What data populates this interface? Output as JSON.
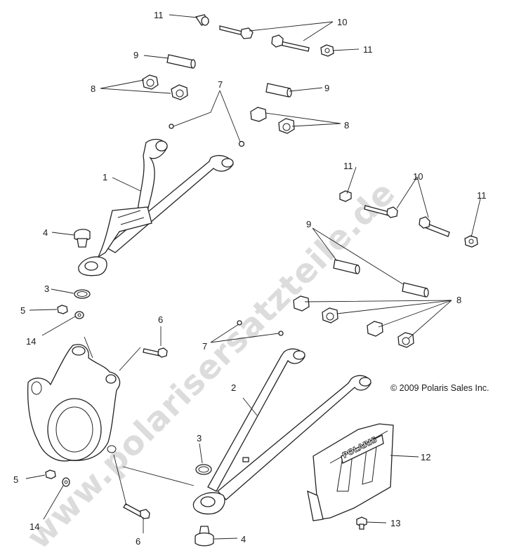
{
  "watermark": "www.polarisersatzteile.de",
  "copyright": "© 2009 Polaris Sales Inc.",
  "plate_logo": "POLARIS",
  "callouts": [
    {
      "id": "c11a",
      "text": "11"
    },
    {
      "id": "c10a",
      "text": "10"
    },
    {
      "id": "c11b",
      "text": "11"
    },
    {
      "id": "c9a",
      "text": "9"
    },
    {
      "id": "c8a",
      "text": "8"
    },
    {
      "id": "c7a",
      "text": "7"
    },
    {
      "id": "c9b",
      "text": "9"
    },
    {
      "id": "c8b",
      "text": "8"
    },
    {
      "id": "c1",
      "text": "1"
    },
    {
      "id": "c11c",
      "text": "11"
    },
    {
      "id": "c10b",
      "text": "10"
    },
    {
      "id": "c11d",
      "text": "11"
    },
    {
      "id": "c4a",
      "text": "4"
    },
    {
      "id": "c9c",
      "text": "9"
    },
    {
      "id": "c3a",
      "text": "3"
    },
    {
      "id": "c5a",
      "text": "5"
    },
    {
      "id": "c8c",
      "text": "8"
    },
    {
      "id": "c14a",
      "text": "14"
    },
    {
      "id": "c6a",
      "text": "6"
    },
    {
      "id": "c7b",
      "text": "7"
    },
    {
      "id": "c2",
      "text": "2"
    },
    {
      "id": "c3b",
      "text": "3"
    },
    {
      "id": "c12",
      "text": "12"
    },
    {
      "id": "c5b",
      "text": "5"
    },
    {
      "id": "c14b",
      "text": "14"
    },
    {
      "id": "c13",
      "text": "13"
    },
    {
      "id": "c6b",
      "text": "6"
    },
    {
      "id": "c4b",
      "text": "4"
    }
  ]
}
